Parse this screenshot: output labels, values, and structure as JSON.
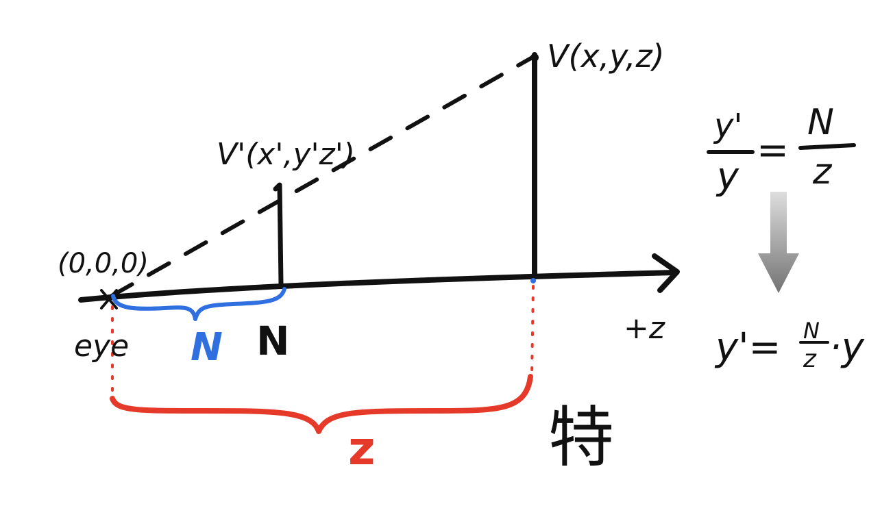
{
  "colors": {
    "ink": "#111111",
    "blue": "#2f6fe0",
    "red": "#e53a2a",
    "arrow_gray": "#9a9a9a",
    "background": "#ffffff"
  },
  "labels": {
    "point_v": "V(x,y,z)",
    "point_v_prime": "V'(x',y'z')",
    "origin": "(0,0,0)",
    "eye": "eye",
    "axis": "+z",
    "n_blue": "N",
    "n_black": "N",
    "z_red": "z",
    "note_char": "特"
  },
  "formula": {
    "top_left_num": "y'",
    "top_left_den": "y",
    "top_eq": "=",
    "top_right_num": "N",
    "top_right_den": "z",
    "bottom_lhs": "y'=",
    "bottom_frac_num": "N",
    "bottom_frac_den": "z",
    "bottom_tail": "·y"
  }
}
